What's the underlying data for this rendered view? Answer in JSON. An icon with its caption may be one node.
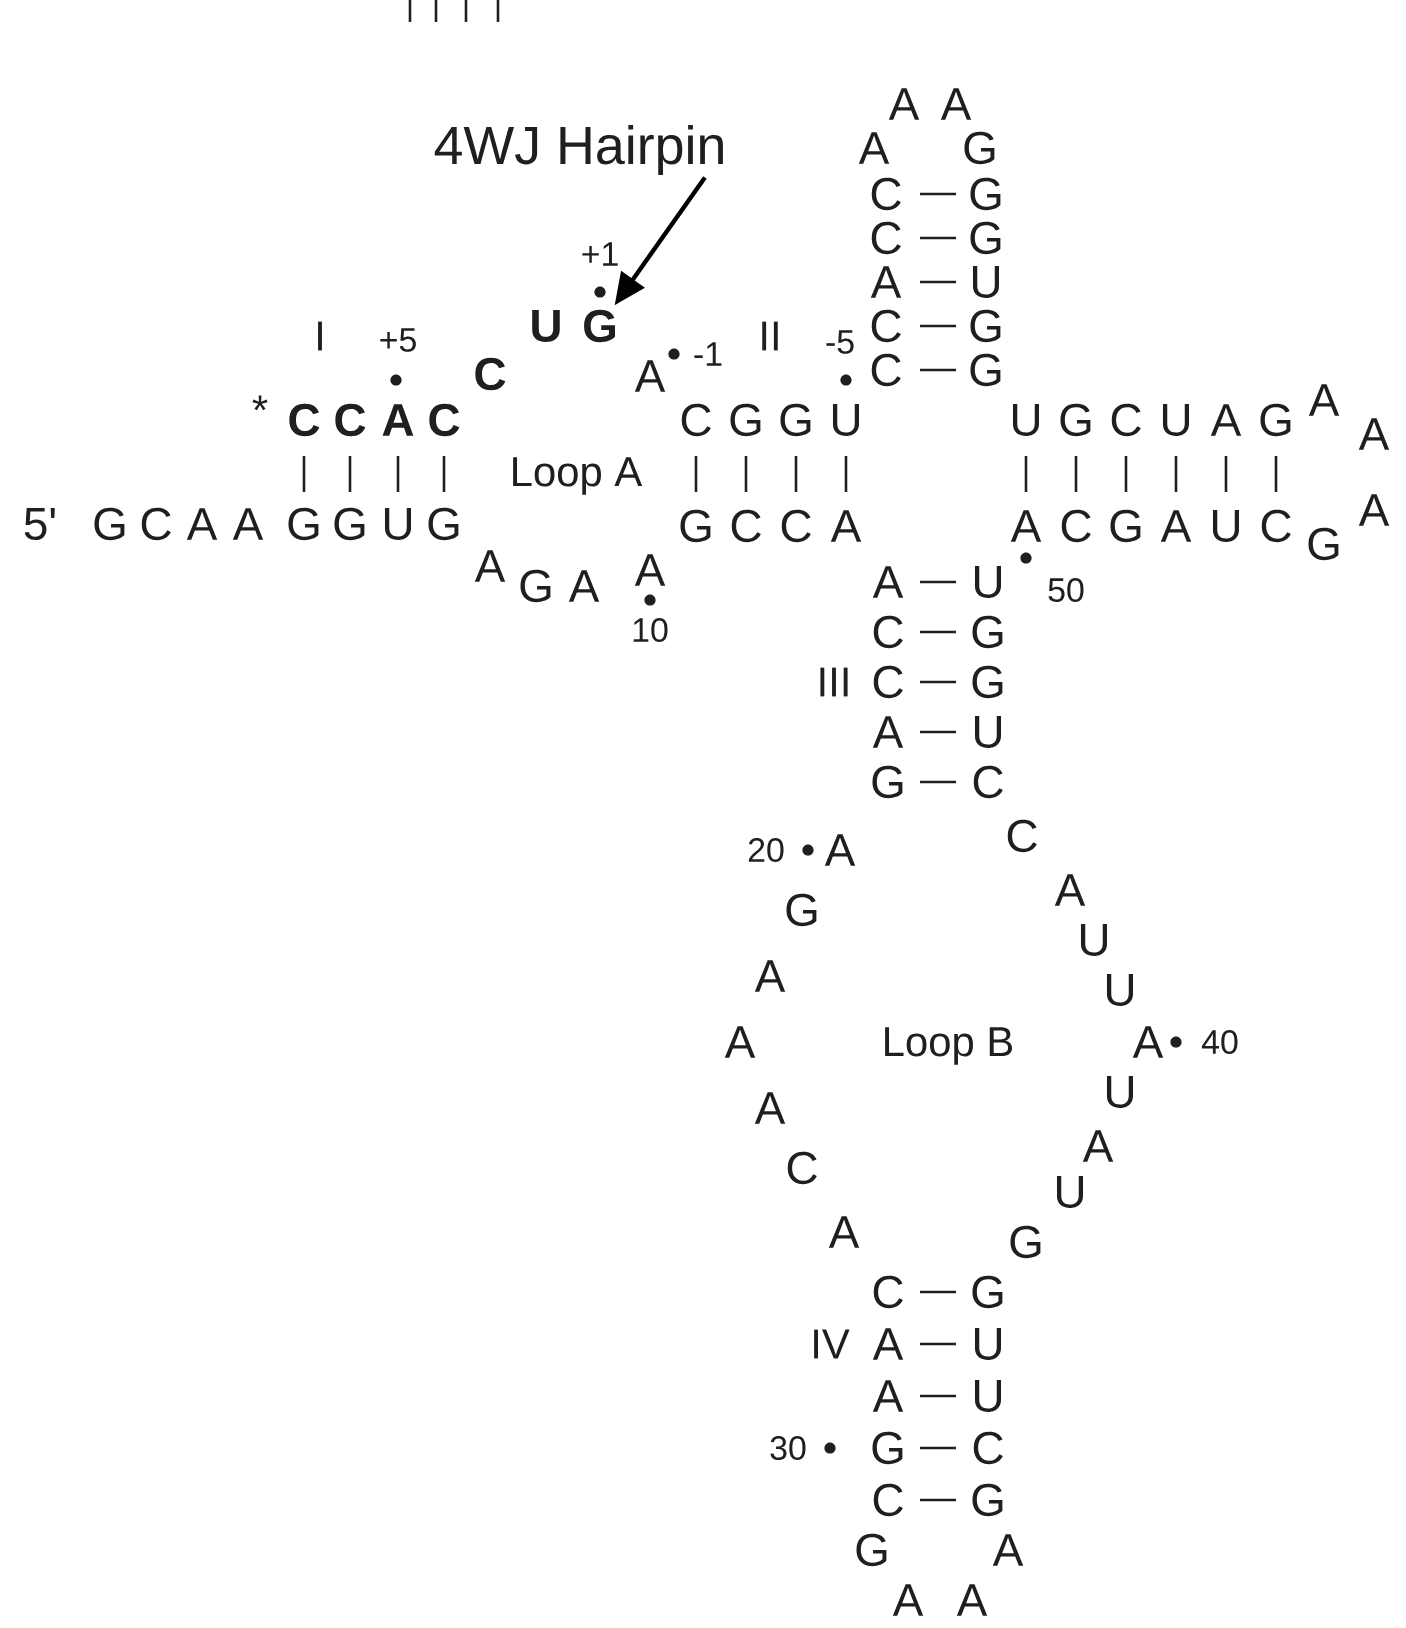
{
  "diagram": {
    "nodes": [
      {
        "text": [
          "4WJ Hairpin"
        ]
      },
      {
        "text": [
          "G"
        ]
      }
    ],
    "edges": [
      {
        "from": 0,
        "to": 1,
        "arrow": "to"
      }
    ],
    "labels": [
      "A",
      "A",
      "A",
      "G",
      "C",
      "G",
      "C",
      "G",
      "+1",
      "A",
      "U",
      "I",
      "+5",
      "U",
      "II",
      "-5",
      "C",
      "G",
      "C",
      "A",
      "-1",
      "C",
      "G",
      "*",
      "C",
      "C",
      "A",
      "C",
      "C",
      "G",
      "G",
      "U",
      "U",
      "G",
      "C",
      "U",
      "A",
      "G",
      "A",
      "A",
      "Loop A",
      "A",
      "5'",
      "G",
      "C",
      "A",
      "A",
      "G",
      "G",
      "U",
      "G",
      "G",
      "C",
      "C",
      "A",
      "A",
      "C",
      "G",
      "A",
      "U",
      "C",
      "G",
      "A",
      "A",
      "G",
      "A",
      "A",
      "U",
      "50",
      "10",
      "C",
      "G",
      "III",
      "C",
      "G",
      "A",
      "U",
      "G",
      "C",
      "20",
      "A",
      "C",
      "A",
      "G",
      "U",
      "A",
      "U",
      "A",
      "Loop B",
      "A",
      "40",
      "U",
      "A",
      "A",
      "C",
      "U",
      "A",
      "G",
      "C",
      "G",
      "IV",
      "A",
      "U",
      "A",
      "U",
      "30",
      "G",
      "C",
      "C",
      "G",
      "G",
      "A",
      "A",
      "A"
    ]
  }
}
